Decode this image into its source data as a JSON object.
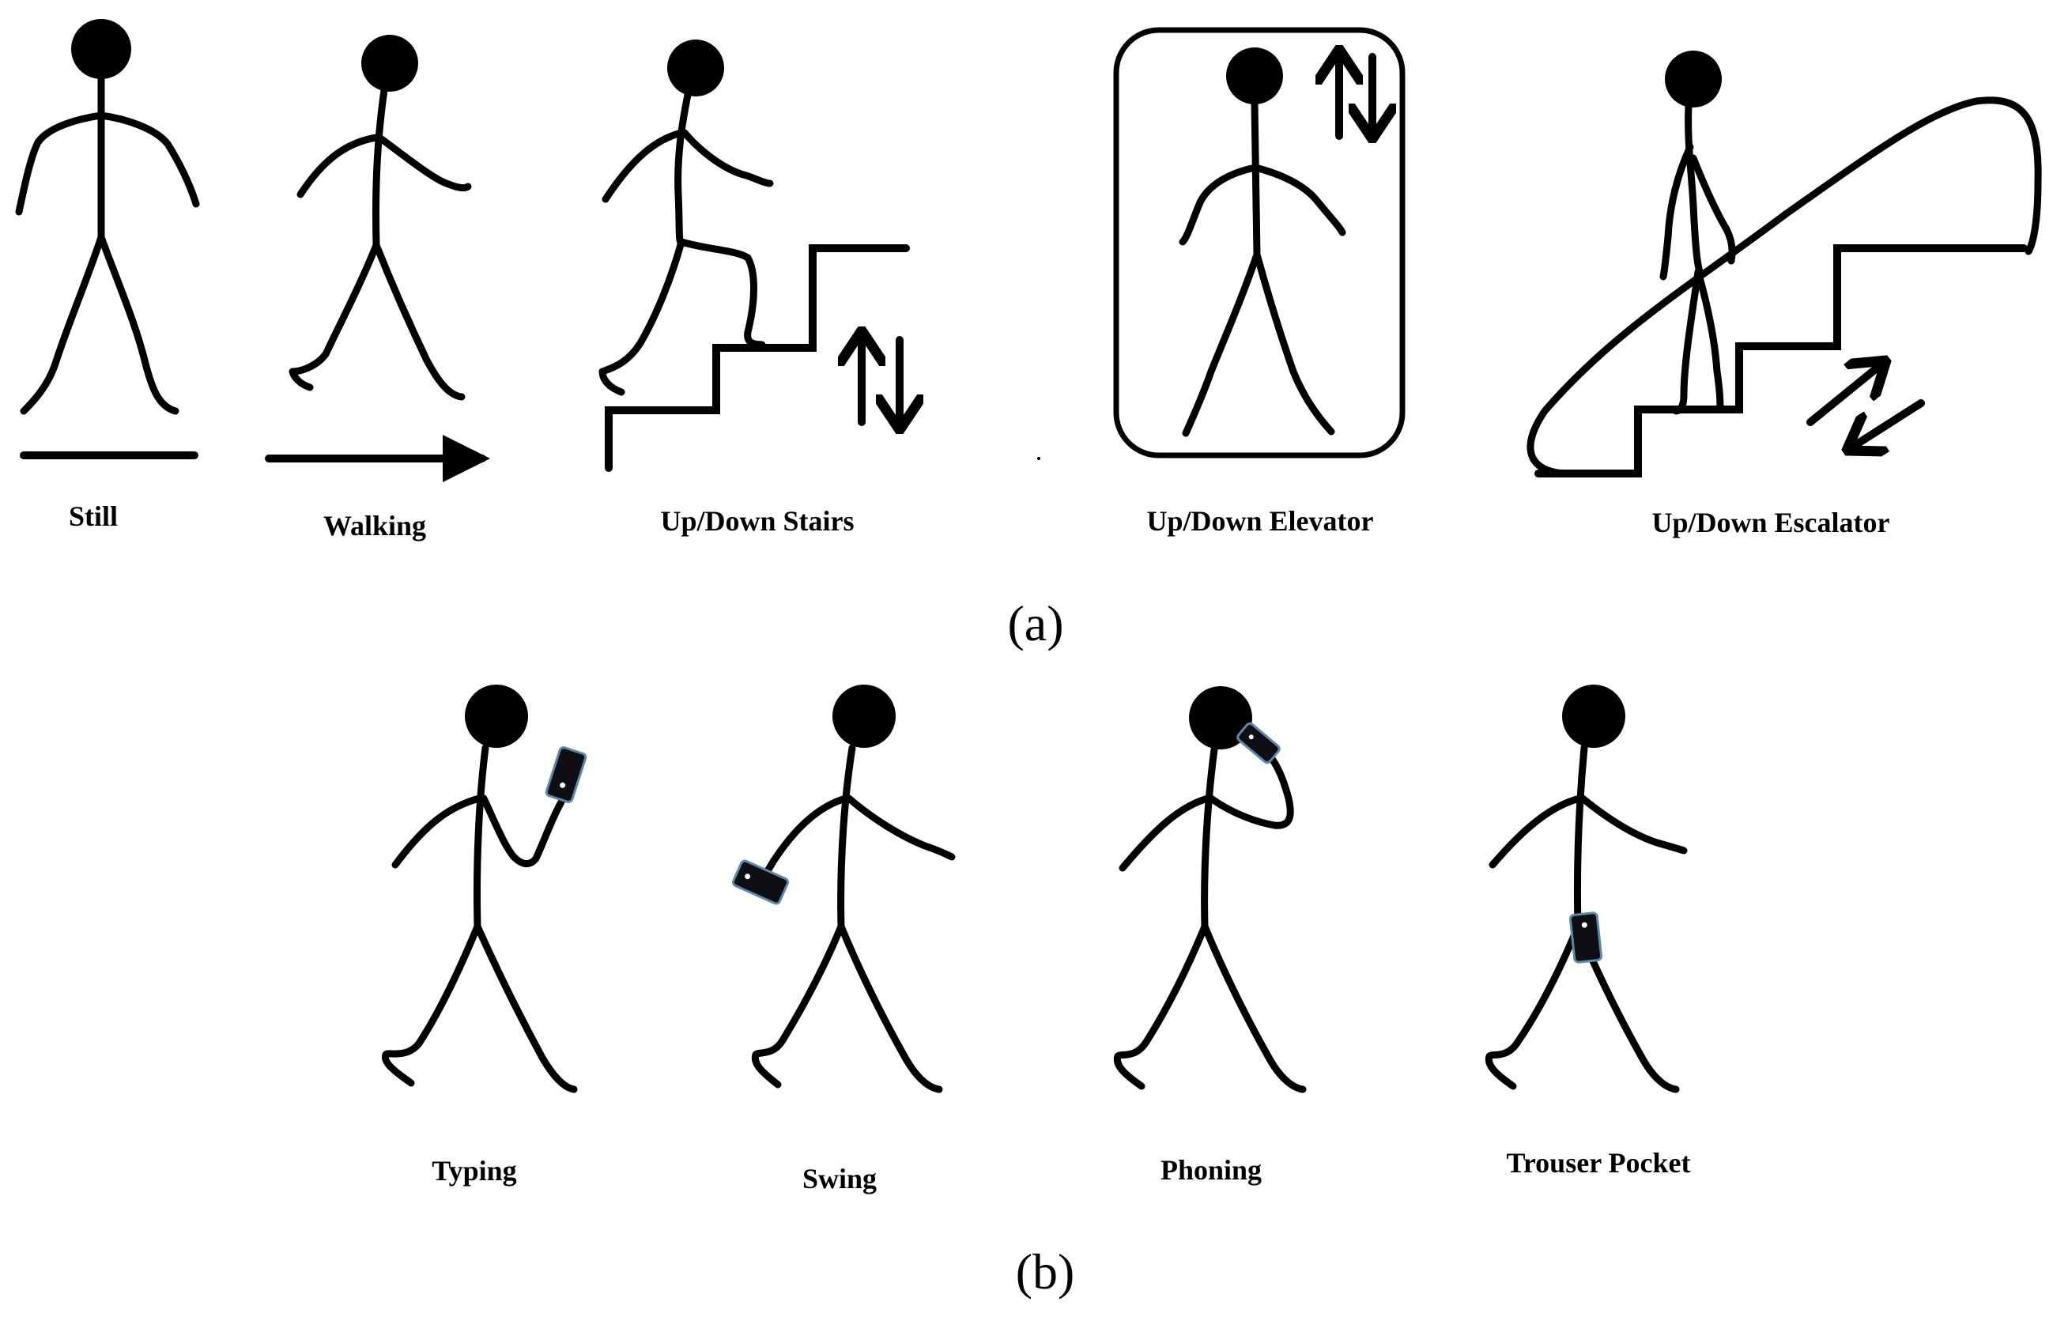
{
  "panel_a": {
    "label": "(a)",
    "activities": [
      "Still",
      "Walking",
      "Up/Down Stairs",
      "Up/Down Elevator",
      "Up/Down Escalator"
    ]
  },
  "panel_b": {
    "label": "(b)",
    "modes": [
      "Typing",
      "Swing",
      "Phoning",
      "Trouser Pocket"
    ]
  },
  "colors": {
    "line": "#000000",
    "background": "#ffffff",
    "phone_edge": "#5d88a8"
  },
  "icons": [
    "stick-figure-icon",
    "arrow-right-icon",
    "arrow-up-icon",
    "arrow-down-icon",
    "smartphone-icon",
    "stairs-icon",
    "elevator-icon",
    "escalator-icon"
  ]
}
